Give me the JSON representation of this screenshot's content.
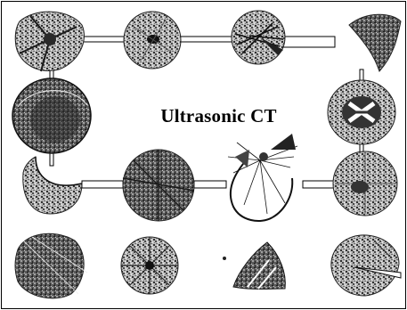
{
  "title": "Ultrasonic CT",
  "colors": {
    "ink": "#000000",
    "speckle_dark": "#3a3a3a",
    "speckle_mid": "#8a8a8a",
    "speckle_light": "#d2d2d2",
    "background": "#ffffff"
  },
  "scan_images": [
    "cross-section-row1-col1",
    "cross-section-row1-col2",
    "cross-section-row1-col3",
    "partial-crescent-row1-col4",
    "cross-section-row2-col1",
    "cross-section-row2-col4",
    "partial-section-row3-col1",
    "cross-section-row3-col2",
    "ray-fan-row3-col3",
    "cross-section-row3-col4",
    "cross-section-row4-col1",
    "cross-section-row4-col2",
    "partial-sliver-row4-col3",
    "cross-section-row4-col4"
  ]
}
